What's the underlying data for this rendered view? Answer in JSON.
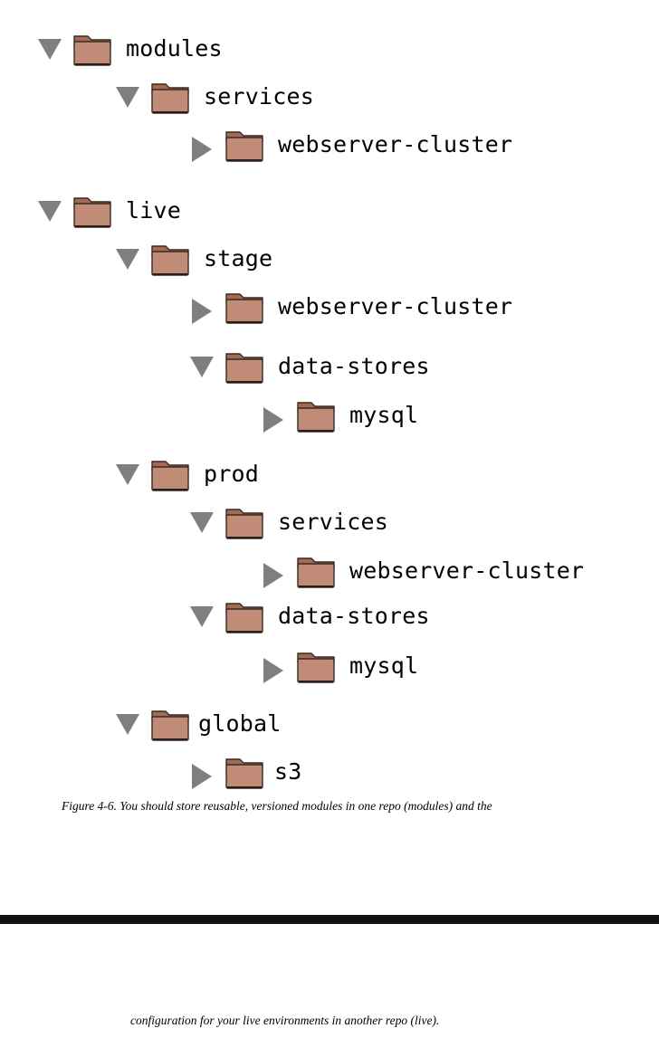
{
  "tree": [
    {
      "label": "modules",
      "expanded": true
    },
    {
      "label": "services",
      "expanded": true
    },
    {
      "label": "webserver-cluster",
      "expanded": false
    },
    {
      "label": "live",
      "expanded": true
    },
    {
      "label": "stage",
      "expanded": true
    },
    {
      "label": "webserver-cluster",
      "expanded": false
    },
    {
      "label": "data-stores",
      "expanded": true
    },
    {
      "label": "mysql",
      "expanded": false
    },
    {
      "label": "prod",
      "expanded": true
    },
    {
      "label": "services",
      "expanded": true
    },
    {
      "label": "webserver-cluster",
      "expanded": false
    },
    {
      "label": "data-stores",
      "expanded": true
    },
    {
      "label": "mysql",
      "expanded": false
    },
    {
      "label": "global",
      "expanded": true
    },
    {
      "label": "s3",
      "expanded": false
    }
  ],
  "caption": {
    "line1": "Figure 4-6. You should store reusable, versioned modules in one repo (modules) and the",
    "line2": "configuration for your live environments in another repo (live)."
  },
  "colors": {
    "folder_fill": "#c08c78",
    "folder_tab": "#a46a52",
    "folder_outline": "#3a2a22",
    "arrow": "#7f7f7f"
  },
  "icons": {
    "expanded": "triangle-down-icon",
    "collapsed": "triangle-right-icon",
    "folder": "folder-icon"
  }
}
